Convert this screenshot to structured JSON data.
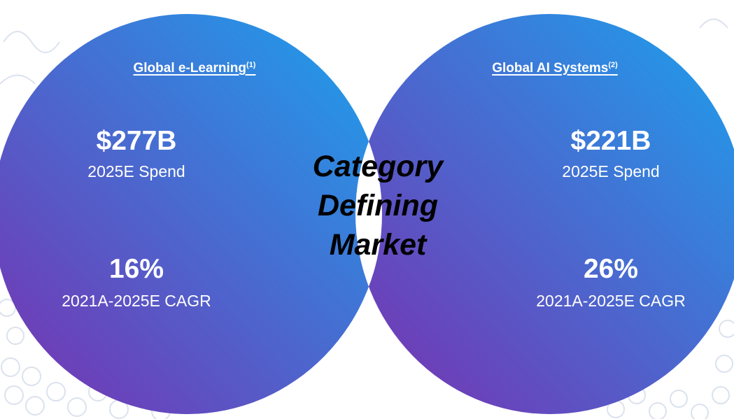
{
  "left_circle": {
    "title": "Global e-Learning",
    "footnote": "(1)",
    "stat1_value": "$277B",
    "stat1_label": "2025E Spend",
    "stat2_value": "16%",
    "stat2_label": "2021A-2025E CAGR"
  },
  "right_circle": {
    "title": "Global AI Systems",
    "footnote": "(2)",
    "stat1_value": "$221B",
    "stat1_label": "2025E Spend",
    "stat2_value": "26%",
    "stat2_label": "2021A-2025E CAGR"
  },
  "center": {
    "line1": "Category",
    "line2": "Defining",
    "line3": "Market"
  },
  "colors": {
    "gradient_purple": "#7a2fb0",
    "gradient_blue": "#1aa3ee",
    "background_pattern": "#cdd6e6"
  }
}
